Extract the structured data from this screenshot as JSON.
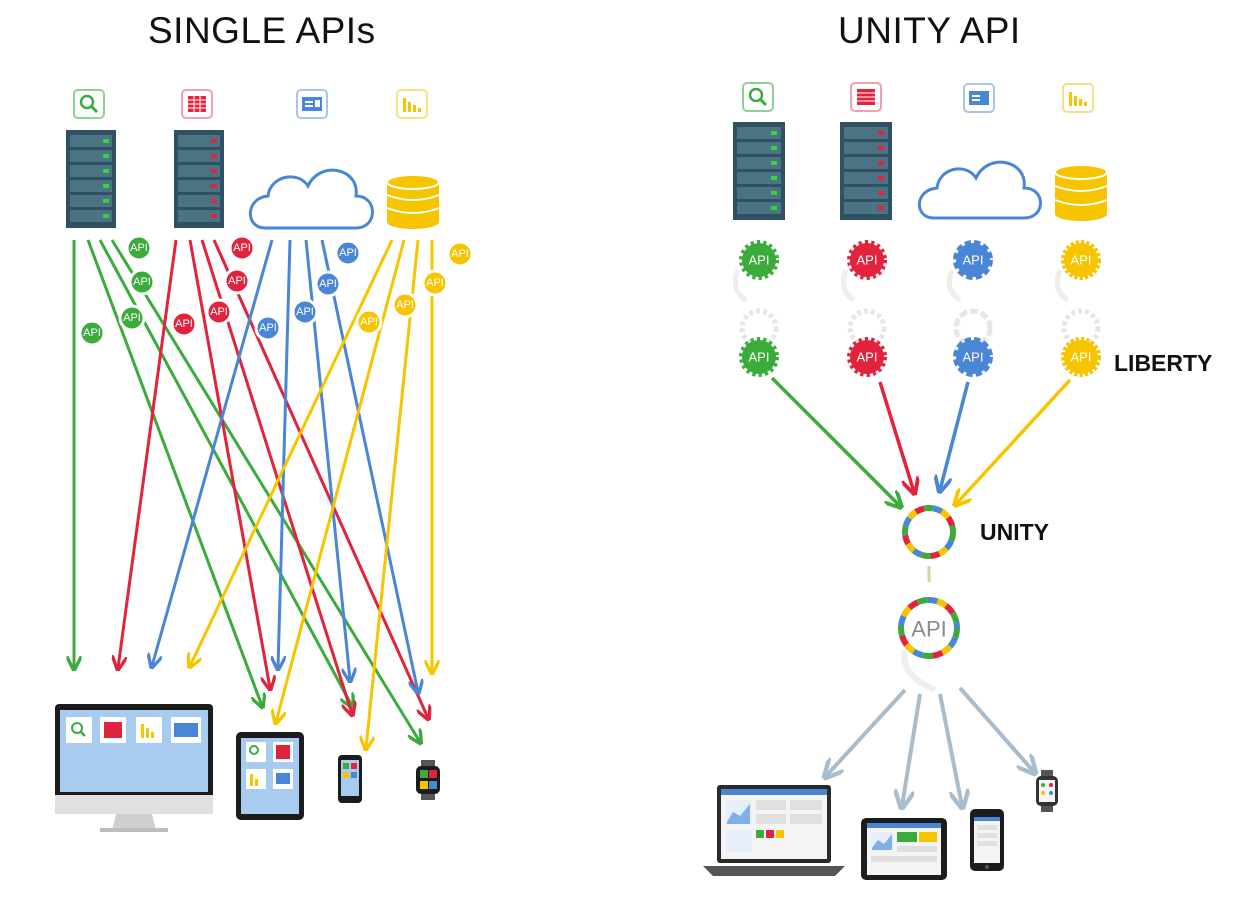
{
  "titles": {
    "left": "SINGLE APIs",
    "right": "UNITY API"
  },
  "labels": {
    "api": "API",
    "liberty": "LIBERTY",
    "unity": "UNITY"
  },
  "colors": {
    "green": "#3bab3b",
    "red": "#e2233d",
    "blue": "#4a86d6",
    "yellow": "#f7c400",
    "server": "#2f5161",
    "gray_arrow": "#a9bccb"
  },
  "icons": [
    "search-icon",
    "table-icon",
    "contact-card-icon",
    "bar-chart-icon"
  ],
  "sources": [
    "server-green",
    "server-red",
    "cloud",
    "database"
  ],
  "devices_left": [
    "desktop-monitor",
    "tablet",
    "phone",
    "smartwatch"
  ],
  "devices_right": [
    "laptop",
    "tablet",
    "phone",
    "smartwatch"
  ]
}
